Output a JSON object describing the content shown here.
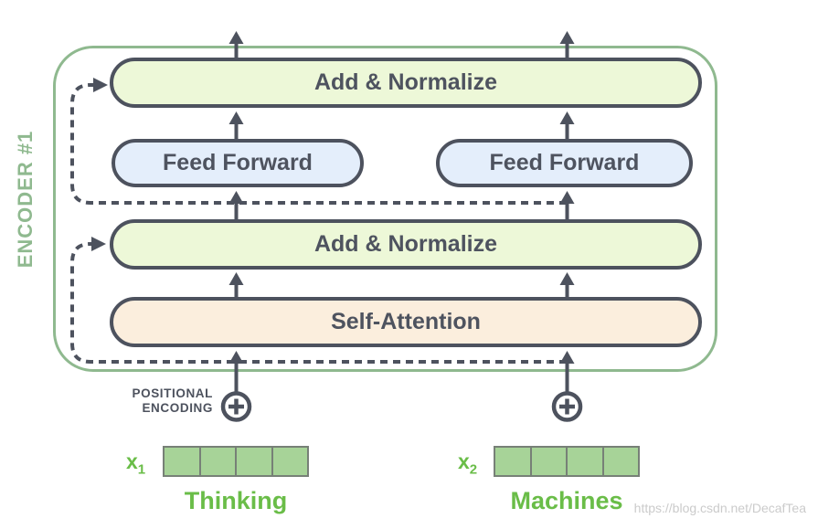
{
  "diagram": {
    "encoder_label": "ENCODER #1",
    "layers": {
      "add_normalize_top": "Add & Normalize",
      "feed_forward_left": "Feed Forward",
      "feed_forward_right": "Feed Forward",
      "add_normalize_middle": "Add & Normalize",
      "self_attention": "Self-Attention"
    },
    "positional_encoding": {
      "line1": "POSITIONAL",
      "line2": "ENCODING"
    },
    "inputs": [
      {
        "label_base": "x",
        "label_sub": "1",
        "word": "Thinking",
        "cells": 4
      },
      {
        "label_base": "x",
        "label_sub": "2",
        "word": "Machines",
        "cells": 4
      }
    ],
    "colors": {
      "frame_green": "#8fb98f",
      "encoder_text_green": "#8fb98f",
      "add_normalize_fill": "#edf8d8",
      "feed_forward_fill": "#e4eefb",
      "self_attention_fill": "#fbeedd",
      "box_border_slate": "#4d525e",
      "vector_cell_fill": "#a7d398",
      "vector_cell_border": "#778077",
      "word_green": "#6abd48",
      "watermark_gray": "#cbcbcb"
    },
    "watermark": "https://blog.csdn.net/DecafTea"
  }
}
